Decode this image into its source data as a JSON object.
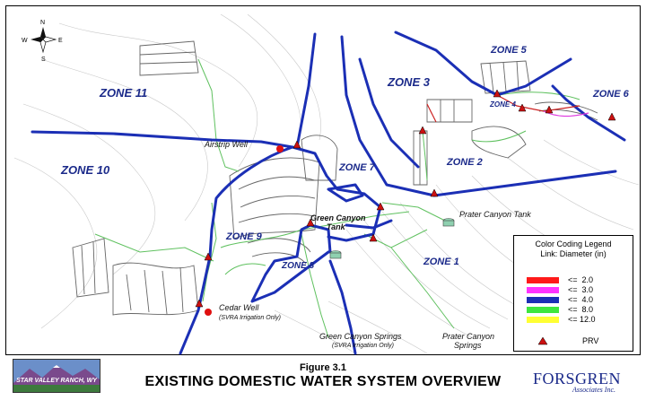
{
  "figure": {
    "number": "Figure 3.1",
    "title": "EXISTING DOMESTIC WATER SYSTEM OVERVIEW"
  },
  "zones": [
    {
      "id": "zone-11",
      "label": "ZONE 11"
    },
    {
      "id": "zone-10",
      "label": "ZONE 10"
    },
    {
      "id": "zone-3",
      "label": "ZONE 3"
    },
    {
      "id": "zone-5",
      "label": "ZONE 5"
    },
    {
      "id": "zone-4",
      "label": "ZONE 4"
    },
    {
      "id": "zone-6",
      "label": "ZONE 6"
    },
    {
      "id": "zone-2",
      "label": "ZONE 2"
    },
    {
      "id": "zone-7",
      "label": "ZONE 7"
    },
    {
      "id": "zone-9",
      "label": "ZONE 9"
    },
    {
      "id": "zone-8",
      "label": "ZONE 8"
    },
    {
      "id": "zone-1",
      "label": "ZONE 1"
    }
  ],
  "features": {
    "airstrip_well": "Airstrip Well",
    "green_canyon_tank_1": "Green Canyon",
    "green_canyon_tank_2": "Tank",
    "prater_canyon_tank": "Prater Canyon Tank",
    "cedar_well": "Cedar Well",
    "cedar_well_note": "(SVRA Irrigation Only)",
    "green_canyon_springs": "Green Canyon Springs",
    "green_canyon_springs_note": "(SVRA Irrigation Only)",
    "prater_canyon_springs_1": "Prater Canyon",
    "prater_canyon_springs_2": "Springs"
  },
  "compass": {
    "n": "N",
    "s": "S",
    "e": "E",
    "w": "W"
  },
  "legend": {
    "title_line1": "Color Coding Legend",
    "title_line2": "Link: Diameter (in)",
    "items": [
      {
        "op": "<=",
        "value": "2.0",
        "color": "#ff1a1a"
      },
      {
        "op": "<=",
        "value": "3.0",
        "color": "#ff33ff"
      },
      {
        "op": "<=",
        "value": "4.0",
        "color": "#1b2fb5"
      },
      {
        "op": "<=",
        "value": "8.0",
        "color": "#3ee63e"
      },
      {
        "op": "<=",
        "value": "12.0",
        "color": "#ffff33"
      }
    ],
    "prv_label": "PRV",
    "prv_color": "#cc1111"
  },
  "logo": {
    "text": "STAR VALLEY RANCH, WY"
  },
  "company": {
    "name": "FORSGREN",
    "sub": "Associates Inc."
  },
  "colors": {
    "main_line": "#1b2fb5",
    "distribution": "#5fc15f",
    "zone_label": "#1b2a8a"
  }
}
